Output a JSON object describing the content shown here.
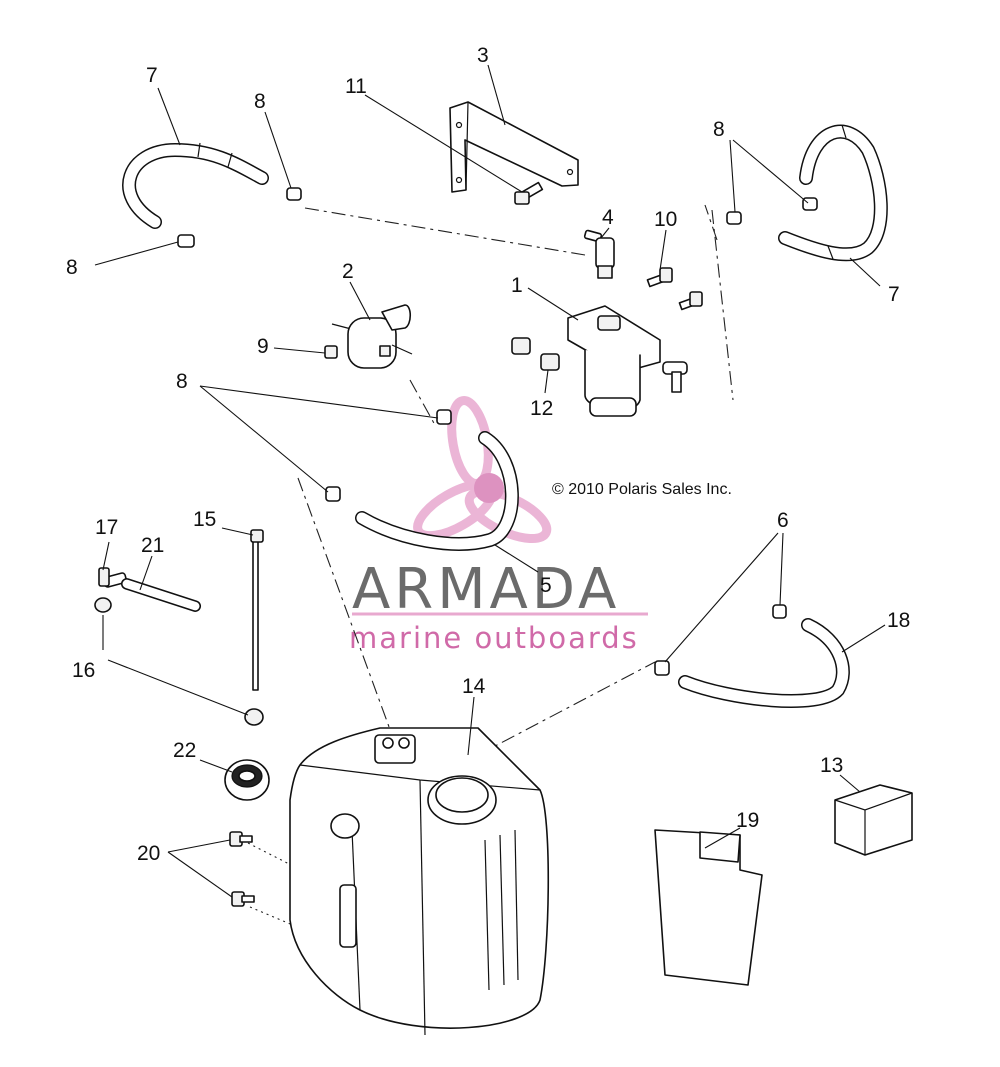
{
  "copyright": "© 2010 Polaris Sales Inc.",
  "watermark": {
    "brand": "ARMADA",
    "tagline": "marine outboards",
    "colors": {
      "pink": "#e8a9cf",
      "pink_dark": "#d06aa8",
      "gray": "#6b6b6b"
    }
  },
  "callouts": {
    "c1": "1",
    "c2": "2",
    "c3": "3",
    "c4": "4",
    "c5": "5",
    "c6": "6",
    "c7a": "7",
    "c7b": "7",
    "c8a": "8",
    "c8b": "8",
    "c8c": "8",
    "c8d": "8",
    "c9": "9",
    "c10": "10",
    "c11": "11",
    "c12": "12",
    "c13": "13",
    "c14": "14",
    "c15": "15",
    "c16": "16",
    "c17": "17",
    "c18": "18",
    "c19": "19",
    "c20": "20",
    "c21": "21",
    "c22": "22"
  }
}
